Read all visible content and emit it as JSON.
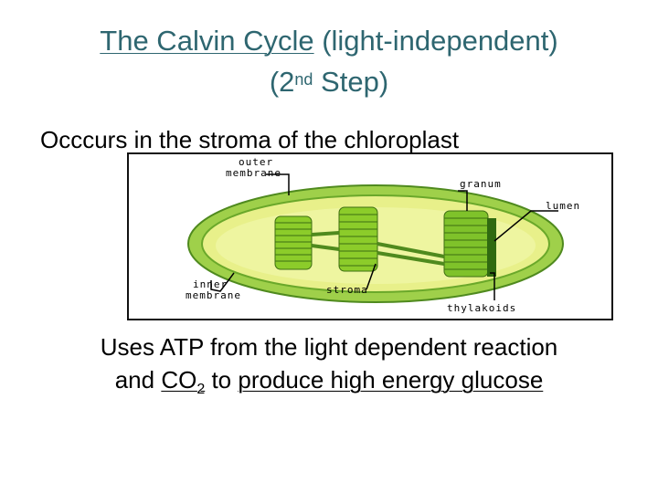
{
  "title": {
    "underlined": "The Calvin Cycle",
    "rest": " (light-independent)",
    "line2_pre": "(2",
    "line2_sup": "nd",
    "line2_post": " Step)"
  },
  "location_text": "Occcurs in the stroma of the chloroplast",
  "diagram": {
    "labels": {
      "outer": "outer",
      "membrane1": "membrane",
      "granum": "granum",
      "lumen": "lumen",
      "inner": "inner",
      "membrane2": "membrane",
      "stroma": "stroma",
      "thylakoids": "thylakoids"
    }
  },
  "uses": {
    "part1": "Uses ATP from the light dependent reaction",
    "part2_pre": "and ",
    "co2": "CO",
    "co2_sub": "2",
    "part2_mid": " to ",
    "part2_underlined": "produce high energy glucose"
  },
  "colors": {
    "title": "#2e6670",
    "outer_membrane": "#7cbf3a",
    "stroma": "#e8f08a",
    "granum": "#8ccc2a"
  }
}
